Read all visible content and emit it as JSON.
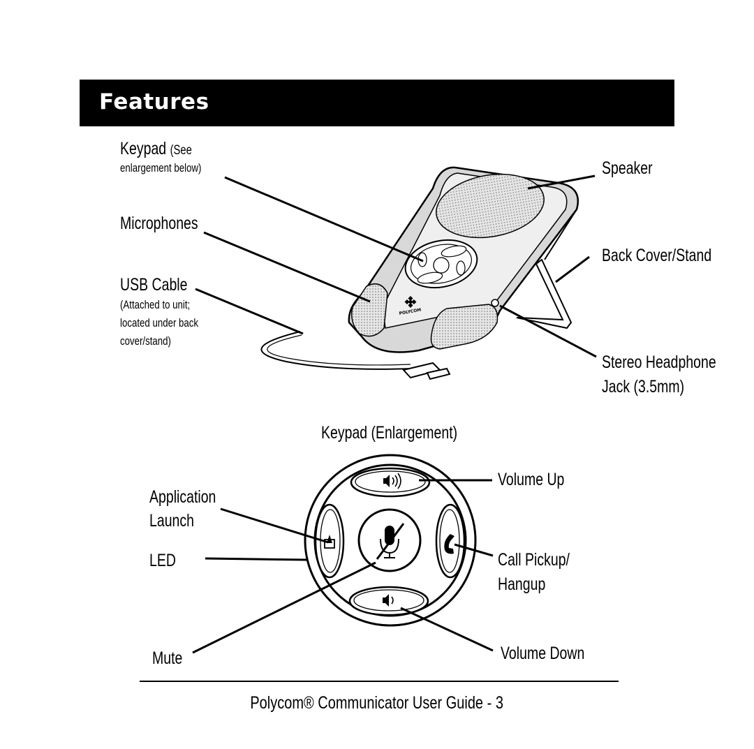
{
  "header": {
    "title": "Features"
  },
  "device_labels": {
    "keypad_main": "Keypad",
    "keypad_see": "(See",
    "keypad_enlarge": "enlargement below)",
    "microphones": "Microphones",
    "usb_cable": "USB Cable",
    "usb_note_1": "(Attached to unit;",
    "usb_note_2": "located under back",
    "usb_note_3": "cover/stand)",
    "speaker": "Speaker",
    "back_cover": "Back Cover/Stand",
    "jack_1": "Stereo Headphone",
    "jack_2": "Jack (3.5mm)",
    "brand_logo": "POLYCOM"
  },
  "keypad_labels": {
    "title": "Keypad (Enlargement)",
    "app_launch_1": "Application",
    "app_launch_2": "Launch",
    "led": "LED",
    "mute": "Mute",
    "volume_up": "Volume Up",
    "call_1": "Call Pickup/",
    "call_2": "Hangup",
    "volume_down": "Volume Down"
  },
  "footer": {
    "text": "Polycom® Communicator User Guide - 3"
  }
}
